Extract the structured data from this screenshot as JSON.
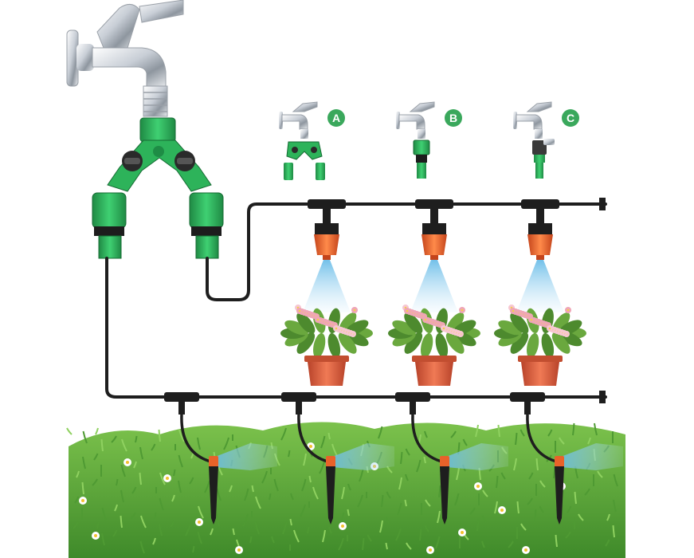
{
  "connection_labels": [
    {
      "letter": "A",
      "color": "#3aa85c"
    },
    {
      "letter": "B",
      "color": "#3aa85c"
    },
    {
      "letter": "C",
      "color": "#3aa85c"
    }
  ],
  "colors": {
    "tube": "#1e1e1e",
    "connector_green": "#2db35a",
    "nozzle_orange": "#e8622a",
    "mist_blue": "#7fc6ea",
    "grass": "#5aa83a",
    "pot": "#d9583a",
    "flower": "#e8a0b0",
    "chrome": "#c9ced4"
  },
  "scene": {
    "hanging_emitters": 3,
    "ground_emitters": 4
  }
}
